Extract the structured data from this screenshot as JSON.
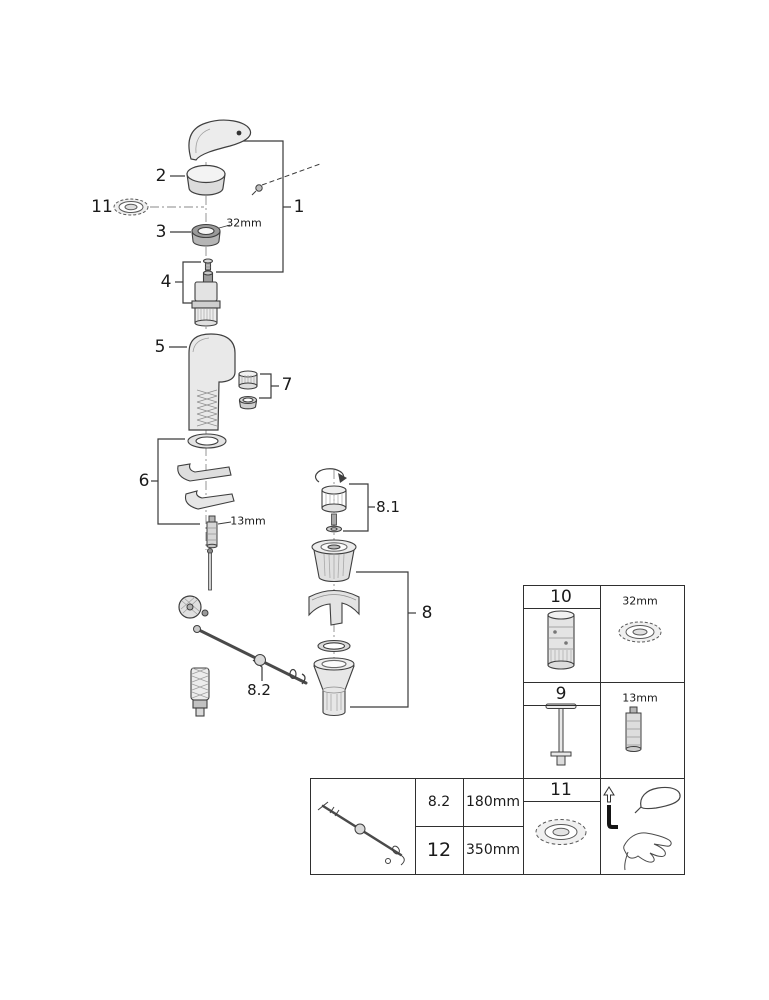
{
  "figure": {
    "callouts": {
      "n1": "1",
      "n2": "2",
      "n3": "3",
      "n4": "4",
      "n5": "5",
      "n6": "6",
      "n7": "7",
      "n8": "8",
      "n8_1": "8.1",
      "n8_2": "8.2",
      "n11": "11"
    },
    "dimensions": {
      "ring_32": "32mm",
      "rod_13": "13mm"
    }
  },
  "parts_table": {
    "rows": [
      {
        "id": "10",
        "dim": "32mm"
      },
      {
        "id": "9",
        "dim": "13mm"
      },
      {
        "id": "11",
        "dim": ""
      }
    ]
  },
  "length_table": {
    "rows": [
      {
        "id": "8.2",
        "value": "180mm"
      },
      {
        "id": "12",
        "value": "350mm"
      }
    ]
  }
}
